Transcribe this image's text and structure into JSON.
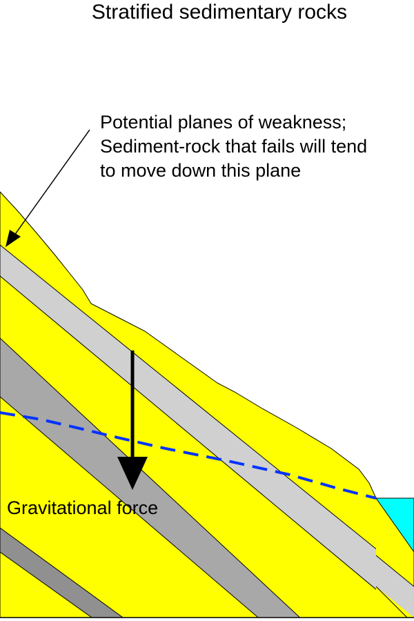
{
  "title": "Stratified sedimentary rocks",
  "annotation": {
    "lines": [
      "Potential planes of weakness;",
      "Sediment-rock that fails will tend",
      "to move down this plane"
    ]
  },
  "force_label": "Gravitational force",
  "colors": {
    "sediment_yellow": "#ffff00",
    "light_gray_layer": "#d0d0d0",
    "mid_gray_layer": "#a8a8a8",
    "dark_gray_layer": "#909090",
    "water": "#00ffff",
    "water_table_dash": "#0033ff",
    "outline": "#000000"
  }
}
